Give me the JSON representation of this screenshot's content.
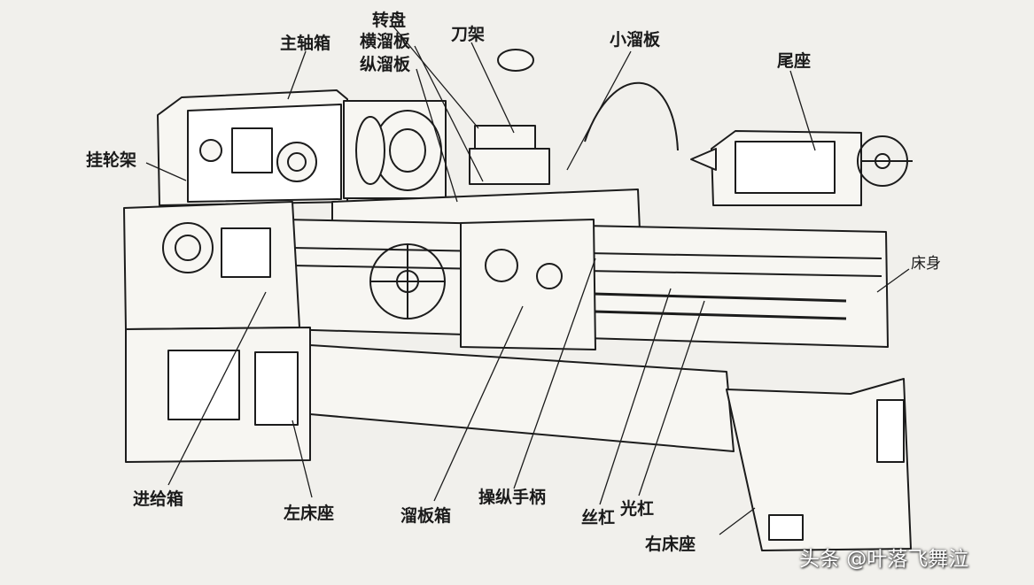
{
  "labels": {
    "spindle_box": "主轴箱",
    "turntable": "转盘",
    "cross_slide": "横溜板",
    "longitudinal_slide": "纵溜板",
    "tool_post": "刀架",
    "small_slide": "小溜板",
    "tailstock": "尾座",
    "change_gear_frame": "挂轮架",
    "bed": "床身",
    "feed_box": "进给箱",
    "left_bed_base": "左床座",
    "apron_box": "溜板箱",
    "operating_handle": "操纵手柄",
    "lead_screw": "丝杠",
    "feed_rod": "光杠",
    "right_bed_base": "右床座"
  },
  "watermark": "头条 @叶落飞舞泣"
}
